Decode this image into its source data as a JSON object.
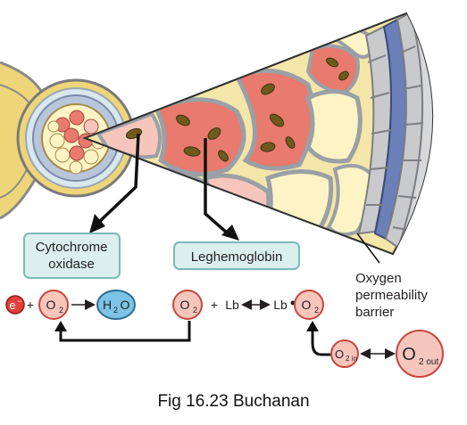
{
  "labels": {
    "cytochrome_line1": "Cytochrome",
    "cytochrome_line2": "oxidase",
    "leghemoglobin": "Leghemoglobin",
    "oxygen_line1": "Oxygen",
    "oxygen_line2": "permeability",
    "oxygen_line3": "barrier"
  },
  "reactions": {
    "electron": "e",
    "electron_sup": "−",
    "plus": "+",
    "o2": "O",
    "o2_sub": "2",
    "h2o_h": "H",
    "h2o_sub": "2",
    "h2o_o": "O",
    "lb": "Lb",
    "lb_bound": "Lb",
    "o2_in_sub": "2 in",
    "o2_out_sub": "2 out"
  },
  "caption": "Fig 16.23 Buchanan",
  "colors": {
    "red_cell": "#e87a6e",
    "pink_cell": "#f6c6bd",
    "cream_cell": "#fdf3c4",
    "barrier_gray": "#c9cacc",
    "blue_layer": "#6b7fb8",
    "bacteroid": "#6e5a1f",
    "box_fill": "#dcefef",
    "box_stroke": "#7fb8b8",
    "h2o_fill": "#7cc4e6",
    "electron_fill": "#e3403a"
  }
}
